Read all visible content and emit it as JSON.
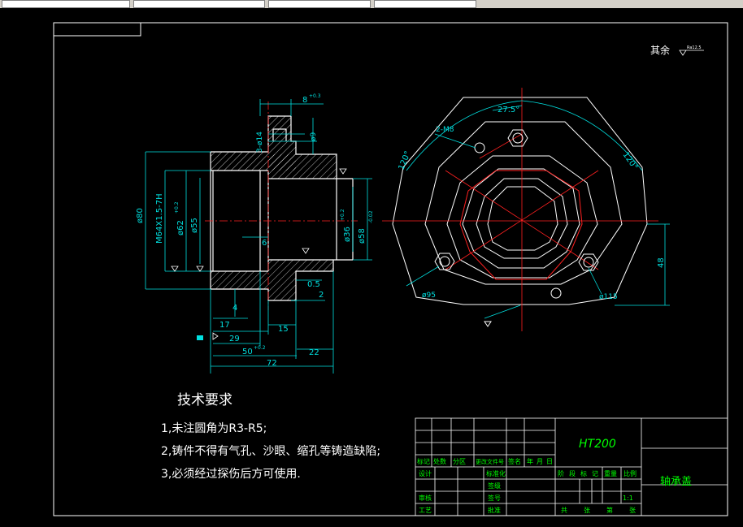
{
  "surface_note": {
    "label": "其余",
    "roughness": "Ra12.5"
  },
  "title_block": {
    "material": "HT200",
    "part_name": "轴承盖",
    "scale": "1:1",
    "row_labels": [
      "标记",
      "处数",
      "分区",
      "更改文件号",
      "签名",
      "年",
      "月",
      "日"
    ],
    "left_labels": [
      "设计",
      "审核",
      "工艺"
    ],
    "mid_labels": [
      "标准化",
      "批准"
    ],
    "mid_labels2": [
      "签级",
      "签号"
    ],
    "stage_labels": [
      "阶",
      "段",
      "标",
      "记",
      "重量",
      "比例"
    ],
    "sheet_labels": [
      "共",
      "张",
      "第",
      "张"
    ]
  },
  "tech_req": {
    "title": "技术要求",
    "items": [
      "1,未注圆角为R3-R5;",
      "2,铸件不得有气孔、沙眼、缩孔等铸造缺陷;",
      "3,必须经过探伤后方可使用."
    ]
  },
  "section_dims": {
    "d80": "ø80",
    "thread": "M64X1.5-7H",
    "d62": "ø62",
    "d62_tol": "+0.2",
    "d55": "ø55",
    "d36": "ø36",
    "d36_tol": "+0.2",
    "d58": "ø58",
    "d58_tol": "-0.02",
    "d14": "3-ø14",
    "d9": "ø9",
    "top": "8",
    "top_tol": "+0.3",
    "d6": "6",
    "d05": "0.5",
    "d2": "2",
    "d4": "4",
    "d17": "17",
    "d15": "15",
    "d29": "29",
    "d50": "50",
    "d50_tol": "+0.2",
    "d22": "22",
    "d72": "72"
  },
  "plan_dims": {
    "holes": "2-M8",
    "angle": "27.5°",
    "a120l": "120°",
    "a120r": "120°",
    "d95": "ø95",
    "d115": "ø115",
    "d48": "48"
  },
  "colors": {
    "line": "#ffffff",
    "dim": "#00e0e0",
    "center": "#ff2020",
    "title": "#00ff00",
    "hatch": "#ffffff"
  }
}
